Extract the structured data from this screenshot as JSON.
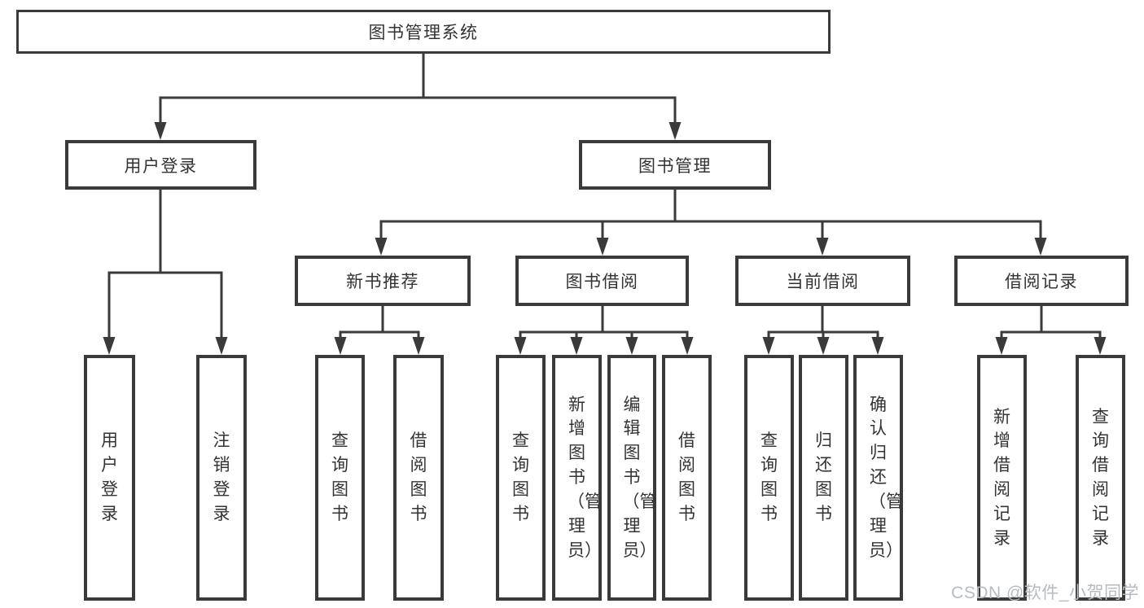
{
  "colors": {
    "line": "#3a3a3a",
    "text": "#333333",
    "box_background": "#ffffff",
    "watermark": "#b6bbc2"
  },
  "root": {
    "label": "图书管理系统"
  },
  "branches": [
    {
      "label": "用户登录",
      "children": [
        {
          "label": "用户登录"
        },
        {
          "label": "注销登录"
        }
      ]
    },
    {
      "label": "图书管理",
      "groups": [
        {
          "label": "新书推荐",
          "children": [
            {
              "label": "查询图书"
            },
            {
              "label": "借阅图书"
            }
          ]
        },
        {
          "label": "图书借阅",
          "children": [
            {
              "label": "查询图书"
            },
            {
              "label": "新增图书（管理员）"
            },
            {
              "label": "编辑图书（管理员）"
            },
            {
              "label": "借阅图书"
            }
          ]
        },
        {
          "label": "当前借阅",
          "children": [
            {
              "label": "查询图书"
            },
            {
              "label": "归还图书"
            },
            {
              "label": "确认归还（管理员）"
            }
          ]
        },
        {
          "label": "借阅记录",
          "children": [
            {
              "label": "新增借阅记录"
            },
            {
              "label": "查询借阅记录"
            }
          ]
        }
      ]
    }
  ],
  "watermark": {
    "text": "CSDN @软件_小贺同学"
  }
}
